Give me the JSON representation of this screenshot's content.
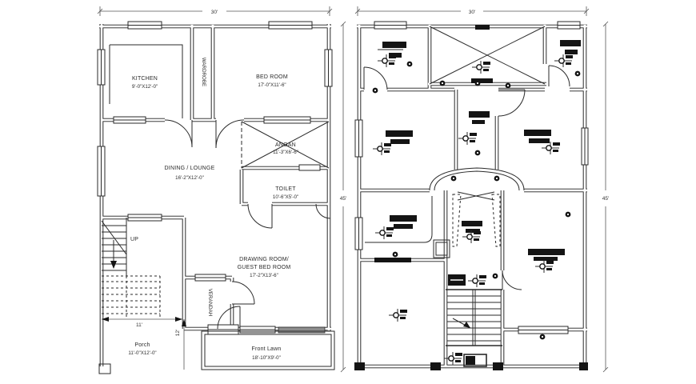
{
  "drawing_type": "house-floor-plan-cad",
  "colors": {
    "ink": "#1f1f1f",
    "dim_line": "#555555",
    "fill_dark": "#141414",
    "background": "#ffffff"
  },
  "ground_floor": {
    "dim_top": "30'",
    "dim_side": "45'",
    "stair_dim_w": "11'",
    "stair_dim_h": "12'",
    "up_label": "UP",
    "rooms": {
      "kitchen": {
        "name": "KITCHEN",
        "size": "9'-0\"X12'-0\""
      },
      "wardrobe": {
        "name": "WARDROBE"
      },
      "bedroom": {
        "name": "BED ROOM",
        "size": "17'-0\"X11'-6\""
      },
      "dining": {
        "name": "DINING / LOUNGE",
        "size": "16'-2\"X12'-0\""
      },
      "angan": {
        "name": "ANGAN",
        "size": "11'-3\"X6'-6\""
      },
      "toilet": {
        "name": "TOILET",
        "size": "10'-6\"X5'-0\""
      },
      "drawing": {
        "name1": "DRAWING ROOM/",
        "name2": "GUEST BED ROOM",
        "size": "17'-2\"X13'-6\""
      },
      "verandah": {
        "name": "VERANDAH"
      },
      "porch": {
        "name": "Porch",
        "size": "11'-0\"X12'-0\""
      },
      "front_lawn": {
        "name": "Front Lawn",
        "size": "18'-10\"X9'-0\""
      }
    }
  },
  "first_floor": {
    "dim_top": "30'",
    "dim_side": "45'"
  }
}
